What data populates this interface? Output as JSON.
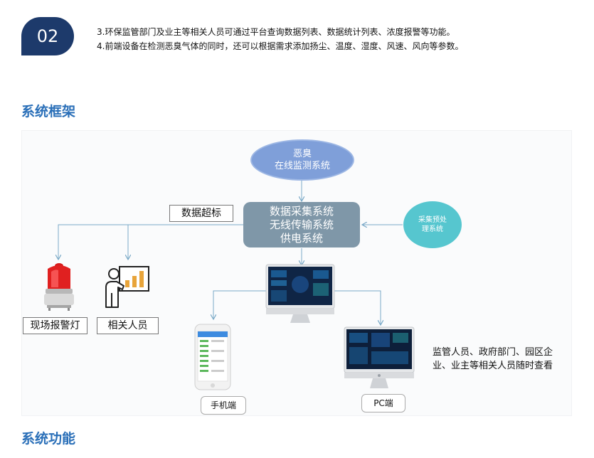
{
  "header": {
    "badge": "02",
    "lines": [
      "3.环保监管部门及业主等相关人员可通过平台查询数据列表、数据统计列表、浓度报警等功能。",
      "4.前端设备在检测恶臭气体的同时，还可以根据需求添加扬尘、温度、湿度、风速、风向等参数。"
    ]
  },
  "sections": {
    "framework_title": "系统框架",
    "function_title": "系统功能"
  },
  "diagram": {
    "source": {
      "line1": "恶臭",
      "line2": "在线监测系统"
    },
    "center": {
      "line1": "数据采集系统",
      "line2": "无线传输系统",
      "line3": "供电系统"
    },
    "preprocess": {
      "line1": "采集预处",
      "line2": "理系统"
    },
    "over_limit_label": "数据超标",
    "alarm_label": "现场报警灯",
    "staff_label": "相关人员",
    "mobile_label": "手机端",
    "pc_label": "PC端",
    "viewers_note": {
      "line1": "监管人员、政府部门、园区企",
      "line2": "业、业主等相关人员随时查看"
    },
    "colors": {
      "source": "#7f9fd9",
      "center": "#7f97a8",
      "preprocess": "#56c6cf",
      "line": "#7aa9c7",
      "title": "#2a6fb8",
      "badge": "#1d3a6b"
    }
  }
}
